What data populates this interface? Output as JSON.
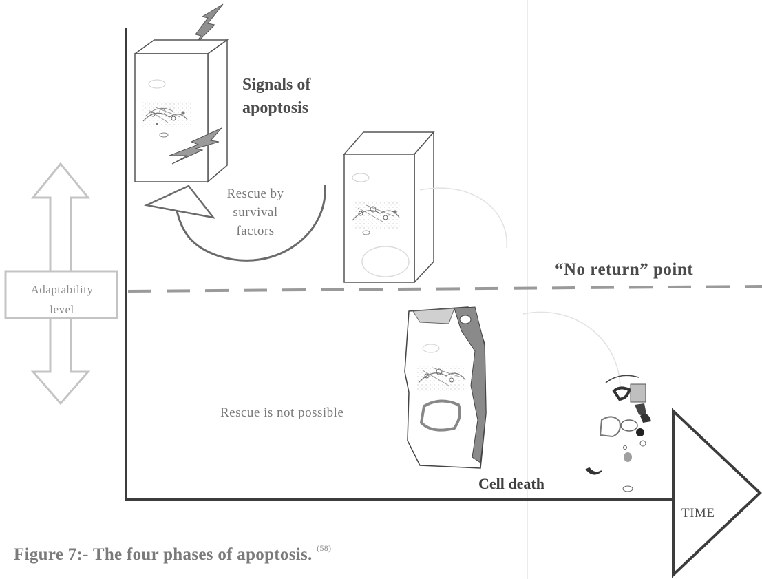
{
  "labels": {
    "signals_line1": "Signals of",
    "signals_line2": "apoptosis",
    "rescue_line1": "Rescue by",
    "rescue_line2": "survival",
    "rescue_line3": "factors",
    "adaptability_line1": "Adaptability",
    "adaptability_line2": "level",
    "no_return": "“No return” point",
    "rescue_not_possible": "Rescue is not possible",
    "cell_death": "Cell death",
    "time": "TIME"
  },
  "caption": {
    "text": "Figure 7:- The four phases of apoptosis.",
    "reference": "(58)"
  },
  "icons": [
    "lightning-bolt-icon",
    "apoptotic-cell-icon",
    "cell-fragments-icon",
    "double-headed-arrow-icon"
  ],
  "colors": {
    "axis": "#3c3c3c",
    "dashed_line": "#9a9a9a",
    "arrow_outline": "#bdbdbd",
    "text_dark": "#4a4a4a"
  }
}
